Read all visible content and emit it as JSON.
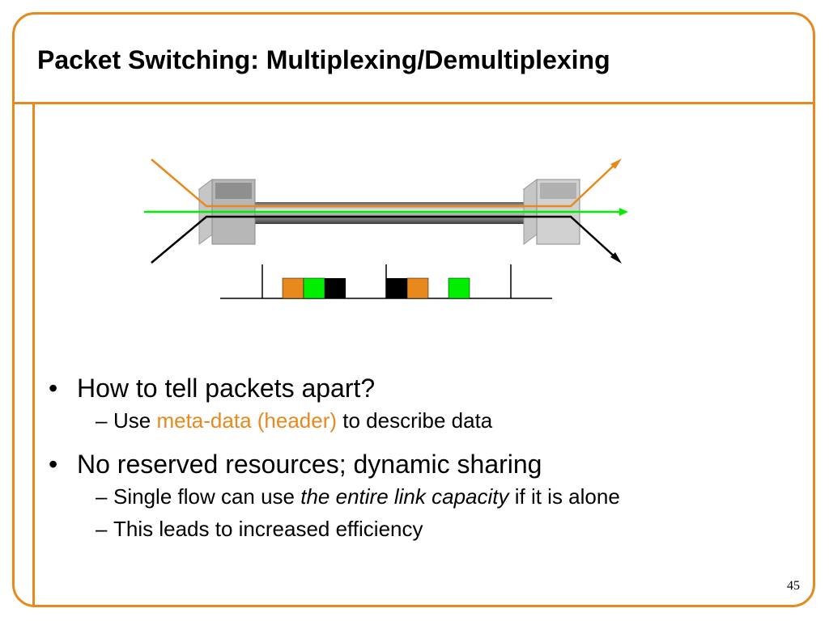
{
  "slide": {
    "title": "Packet Switching: Multiplexing/Demultiplexing",
    "page_number": "45"
  },
  "colors": {
    "accent": "#e8891e",
    "flow_green": "#00ee00",
    "flow_black": "#000000"
  },
  "diagram": {
    "left_switch_icon": "switch-box",
    "right_switch_icon": "switch-box",
    "link_icon": "cable",
    "flows": [
      "orange",
      "green",
      "black"
    ],
    "packet_sequence": [
      "orange",
      "green",
      "black",
      "gap",
      "black",
      "orange",
      "gap",
      "green"
    ]
  },
  "bullets": [
    {
      "text": "How to tell packets apart?",
      "subs": [
        {
          "pre": "Use ",
          "highlight": "meta-data (header)",
          "post": " to describe data"
        }
      ]
    },
    {
      "text": "No reserved resources; dynamic sharing",
      "subs": [
        {
          "pre": "Single flow can use ",
          "emphasis": "the entire link capacity",
          "post": " if it is alone"
        },
        {
          "pre": "This leads to increased efficiency"
        }
      ]
    }
  ],
  "markers": {
    "bullet": "•",
    "dash": "–"
  }
}
